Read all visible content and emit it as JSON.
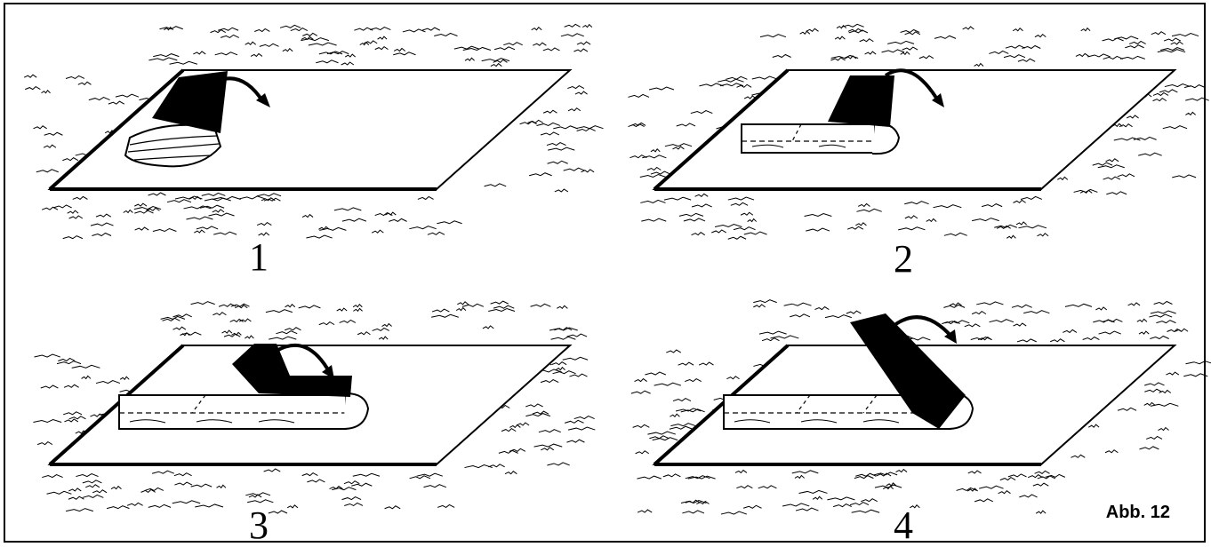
{
  "figure_label": "Abb. 12",
  "steps": [
    {
      "number": "1"
    },
    {
      "number": "2"
    },
    {
      "number": "3"
    },
    {
      "number": "4"
    }
  ]
}
